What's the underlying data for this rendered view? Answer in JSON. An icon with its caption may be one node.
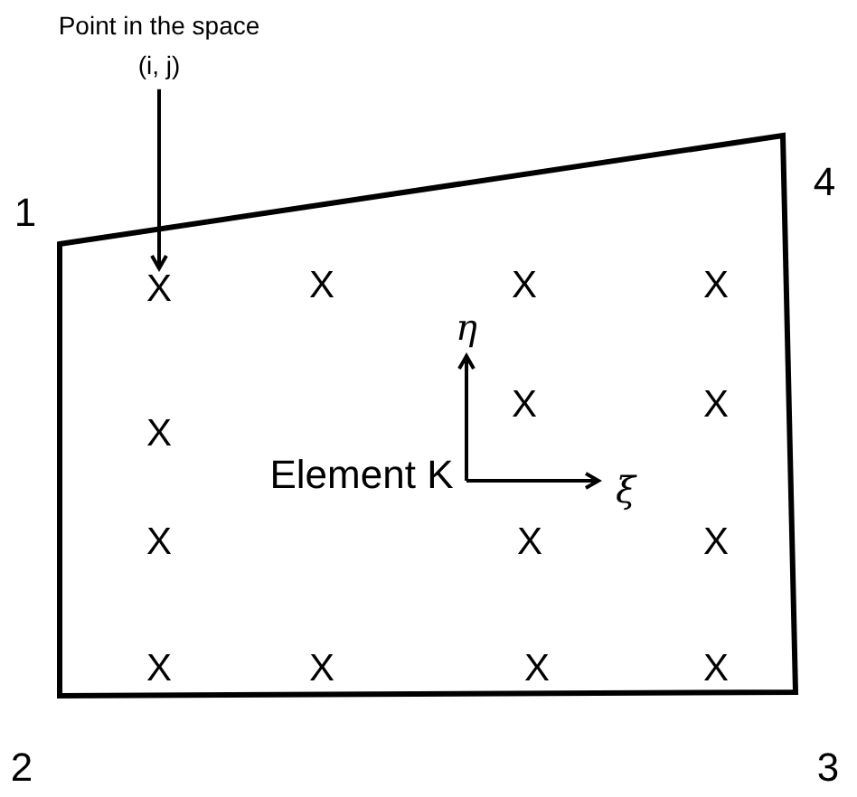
{
  "diagram": {
    "nodes": [
      {
        "text": [
          "Point in the space (i, j)"
        ]
      },
      {
        "text": [
          "Element K"
        ]
      },
      {
        "text": [
          "X"
        ],
        "in": 1
      }
    ],
    "edges": [
      {
        "from": 0,
        "to": 2,
        "arrow": "to"
      }
    ],
    "labels": [
      "4",
      "1",
      "X",
      "X",
      "X",
      "η",
      "X",
      "X",
      "X",
      "ξ",
      "X",
      "X",
      "X",
      "X",
      "X",
      "X",
      "X",
      "2",
      "3"
    ]
  }
}
